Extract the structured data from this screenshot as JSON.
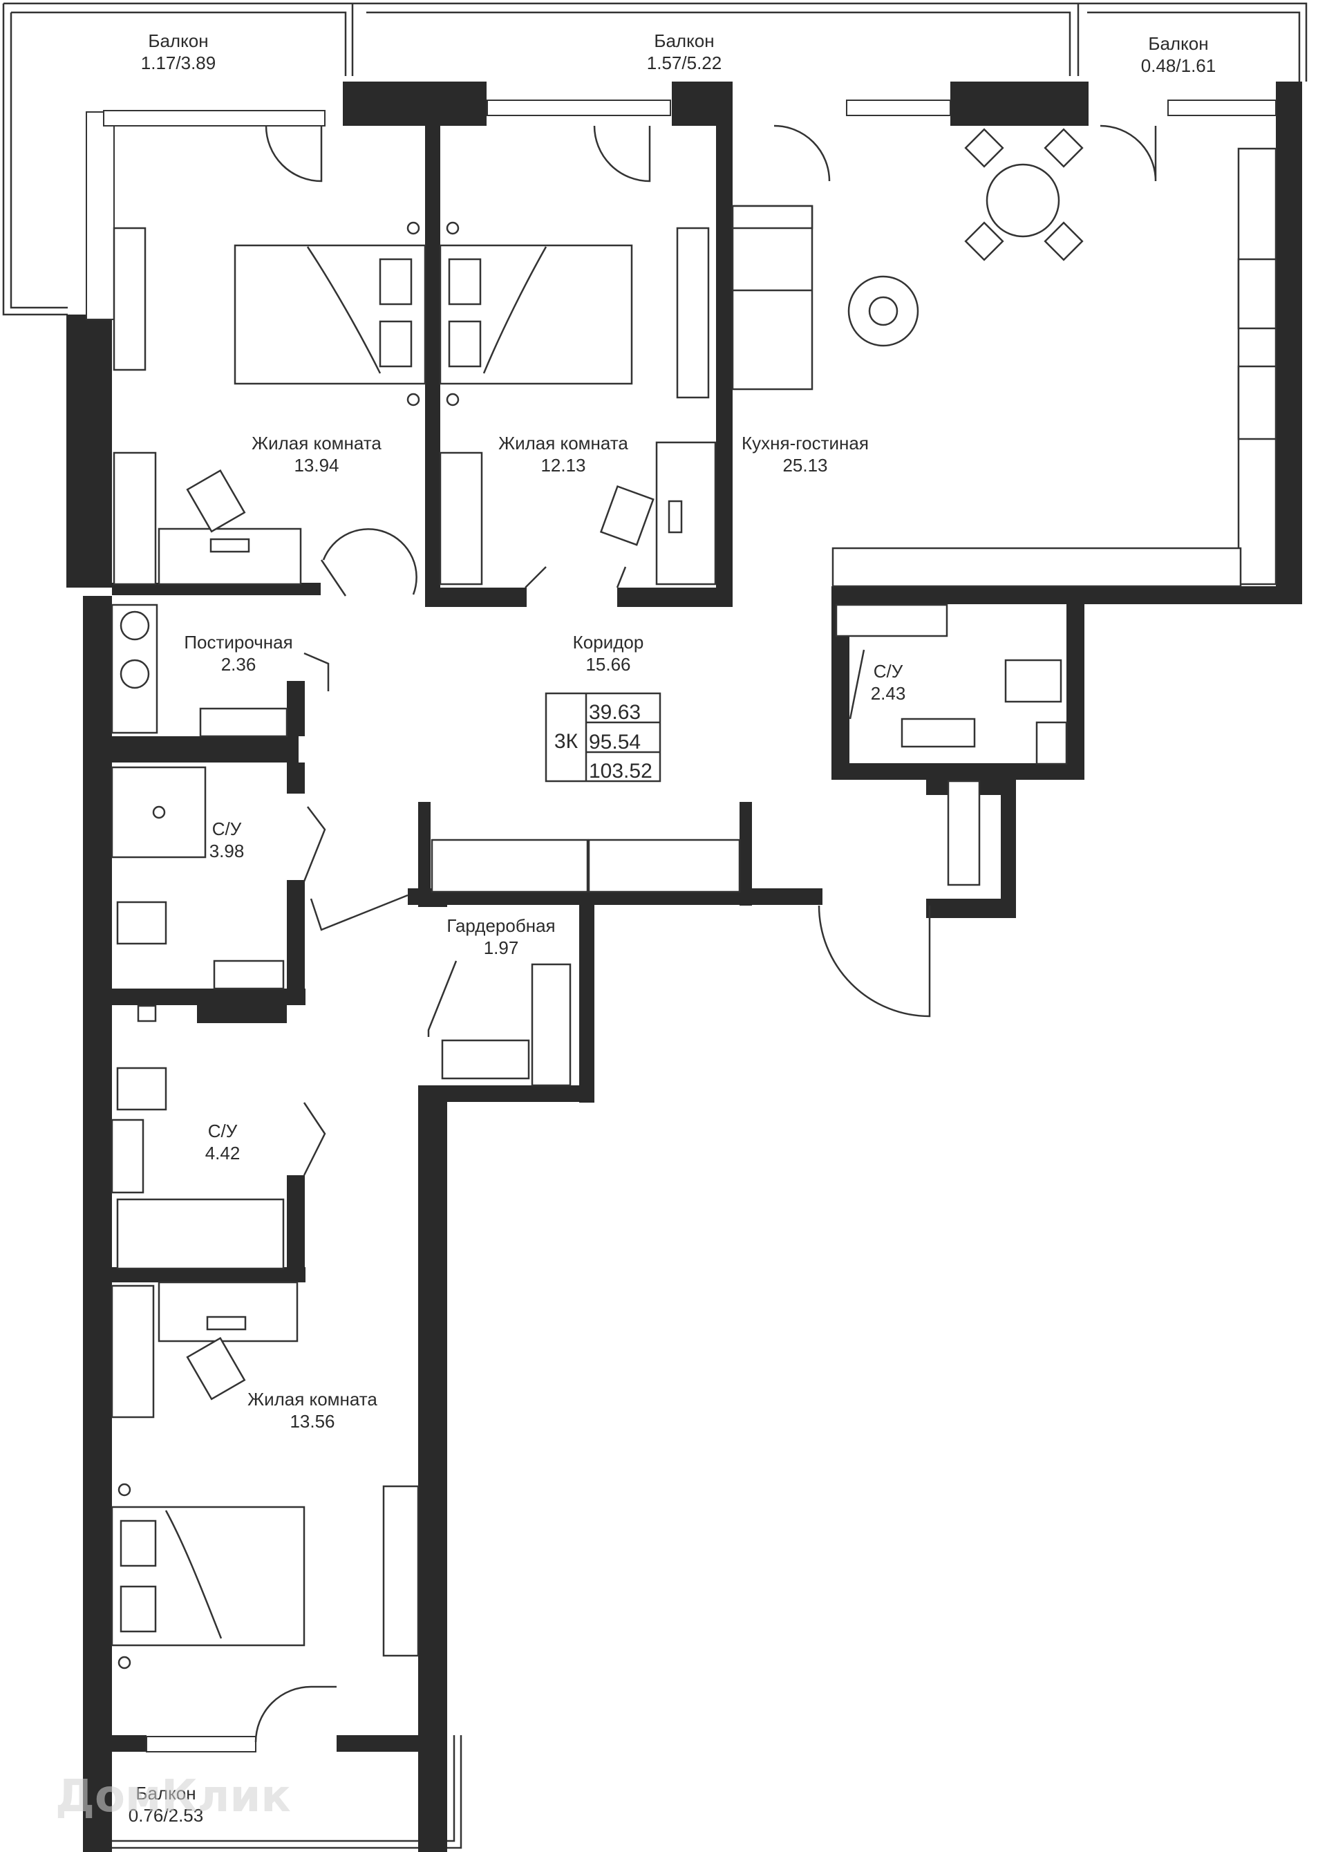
{
  "plan": {
    "rooms": [
      {
        "name": "Балкон",
        "area": "1.17/3.89"
      },
      {
        "name": "Балкон",
        "area": "1.57/5.22"
      },
      {
        "name": "Балкон",
        "area": "0.48/1.61"
      },
      {
        "name": "Жилая комната",
        "area": "13.94"
      },
      {
        "name": "Жилая комната",
        "area": "12.13"
      },
      {
        "name": "Кухня-гостиная",
        "area": "25.13"
      },
      {
        "name": "Постирочная",
        "area": "2.36"
      },
      {
        "name": "Коридор",
        "area": "15.66"
      },
      {
        "name": "С/У",
        "area": "2.43"
      },
      {
        "name": "С/У",
        "area": "3.98"
      },
      {
        "name": "Гардеробная",
        "area": "1.97"
      },
      {
        "name": "С/У",
        "area": "4.42"
      },
      {
        "name": "Жилая комната",
        "area": "13.56"
      },
      {
        "name": "Балкон",
        "area": "0.76/2.53"
      }
    ],
    "summary": {
      "type": "3К",
      "living_area": "39.63",
      "total_area": "95.54",
      "total_with_balconies": "103.52"
    },
    "watermark": "ДомКлик"
  }
}
